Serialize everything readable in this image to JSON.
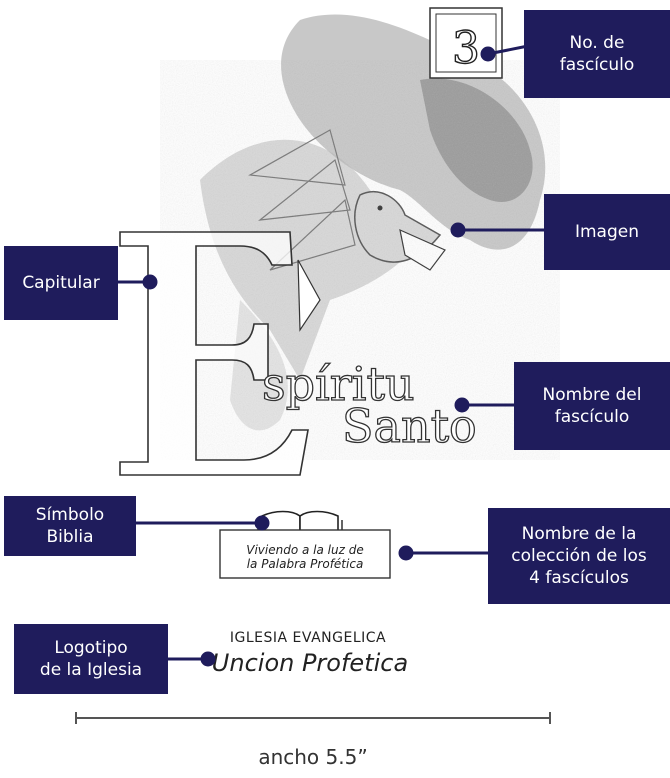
{
  "fascicle_number": "3",
  "title": {
    "line1": "spíritu",
    "line2": "Santo",
    "drop_cap": "E"
  },
  "collection_label": {
    "line1": "Viviendo a la luz de",
    "line2": "la Palabra Profética"
  },
  "church_logo": {
    "line1": "IGLESIA EVANGELICA",
    "line2": "Uncion Profetica"
  },
  "callouts": {
    "fasciculo_no": "No. de\nfascículo",
    "imagen": "Imagen",
    "capitular": "Capitular",
    "nombre_fasciculo": "Nombre del\nfascículo",
    "simbolo_biblia": "Símbolo\nBiblia",
    "nombre_coleccion": "Nombre de la\ncolección de los\n4 fascículos",
    "logotipo": "Logotipo\nde la Iglesia"
  },
  "dimension": {
    "label": "ancho 5.5”"
  },
  "colors": {
    "callout_bg": "#1f1c5c",
    "connector": "#1f1c5c",
    "dimension_line": "#555555"
  },
  "icons": {
    "bible": "open-book-icon",
    "dove": "dove-drawing"
  }
}
